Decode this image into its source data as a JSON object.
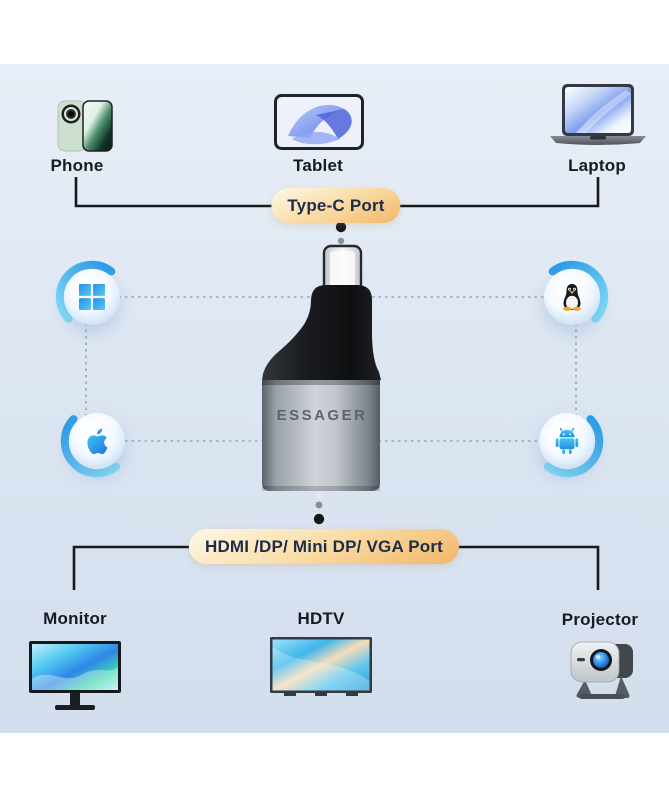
{
  "brand": "ESSAGER",
  "top": {
    "port_badge": "Type-C Port",
    "devices": [
      {
        "name": "phone",
        "label": "Phone"
      },
      {
        "name": "tablet",
        "label": "Tablet"
      },
      {
        "name": "laptop",
        "label": "Laptop"
      }
    ]
  },
  "os_support": [
    {
      "name": "windows",
      "icon": "windows-icon"
    },
    {
      "name": "linux",
      "icon": "linux-tux-icon"
    },
    {
      "name": "apple",
      "icon": "apple-icon"
    },
    {
      "name": "android",
      "icon": "android-icon"
    }
  ],
  "bottom": {
    "port_badge": "HDMI /DP/ Mini DP/ VGA Port",
    "devices": [
      {
        "name": "monitor",
        "label": "Monitor"
      },
      {
        "name": "hdtv",
        "label": "HDTV"
      },
      {
        "name": "projector",
        "label": "Projector"
      }
    ]
  },
  "colors": {
    "badge_gradient_top": "#fdf4dc",
    "badge_gradient_bottom": "#f3b96d",
    "badge_text": "#1e2c49",
    "accent_blue": "#2f9ce8",
    "line_black": "#17191c",
    "dash_gray": "#9aa6b2",
    "background_top": "#e8eef7",
    "background_bottom": "#d3deee"
  }
}
